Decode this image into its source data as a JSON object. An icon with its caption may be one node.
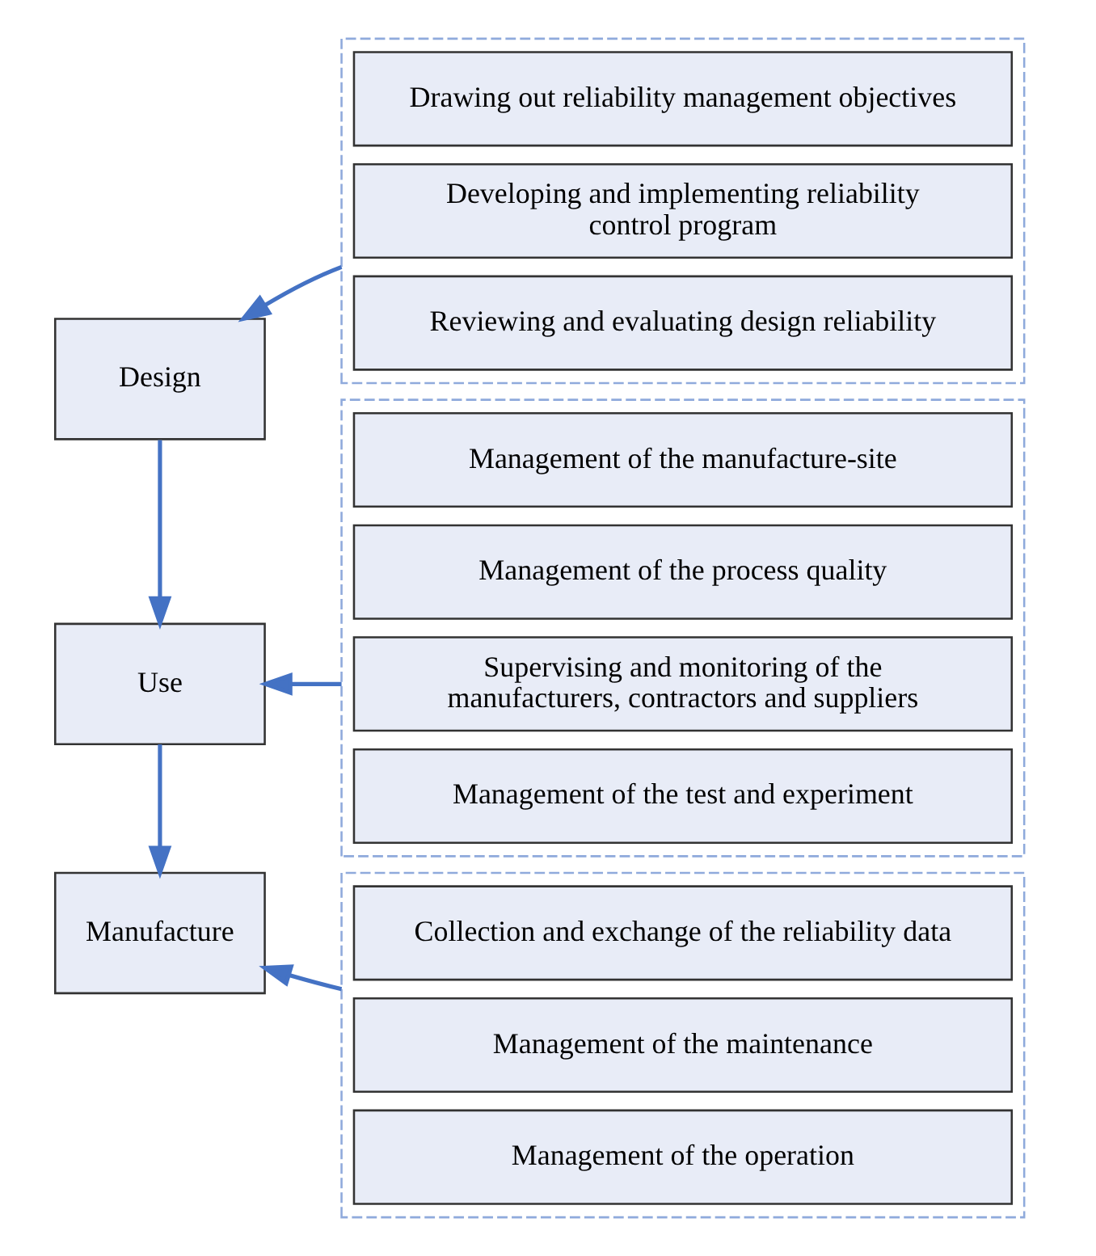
{
  "diagram": {
    "nodes": [
      {
        "text": [
          "Design"
        ]
      },
      {
        "text": [],
        "shape": "box"
      },
      {
        "text": [
          "Drawing out reliability management objectives"
        ],
        "in": 1
      },
      {
        "text": [
          "Developing and implementing reliability control program"
        ],
        "in": 1
      },
      {
        "text": [
          "Reviewing and evaluating design reliability"
        ],
        "in": 1
      },
      {
        "text": [
          "Use"
        ]
      },
      {
        "text": [],
        "shape": "box"
      },
      {
        "text": [
          "Management of the manufacture-site"
        ],
        "in": 6
      },
      {
        "text": [
          "Management of the process quality"
        ],
        "in": 6
      },
      {
        "text": [
          "Supervising and monitoring of the manufacturers, contractors and suppliers"
        ],
        "in": 6
      },
      {
        "text": [
          "Management of the test and experiment"
        ],
        "in": 6
      },
      {
        "text": [
          "Manufacture"
        ]
      },
      {
        "text": [],
        "shape": "box"
      },
      {
        "text": [
          "Collection and exchange of the reliability data"
        ],
        "in": 12
      },
      {
        "text": [
          "Management of the maintenance"
        ],
        "in": 12
      },
      {
        "text": [
          "Management of the operation"
        ],
        "in": 12
      }
    ],
    "edges": [
      {
        "from": 1,
        "to": 0,
        "arrow": "to"
      },
      {
        "from": 0,
        "to": 5,
        "arrow": "to"
      },
      {
        "from": 6,
        "to": 5,
        "arrow": "to"
      },
      {
        "from": 5,
        "to": 11,
        "arrow": "to"
      },
      {
        "from": 12,
        "to": 11,
        "arrow": "to"
      }
    ]
  }
}
